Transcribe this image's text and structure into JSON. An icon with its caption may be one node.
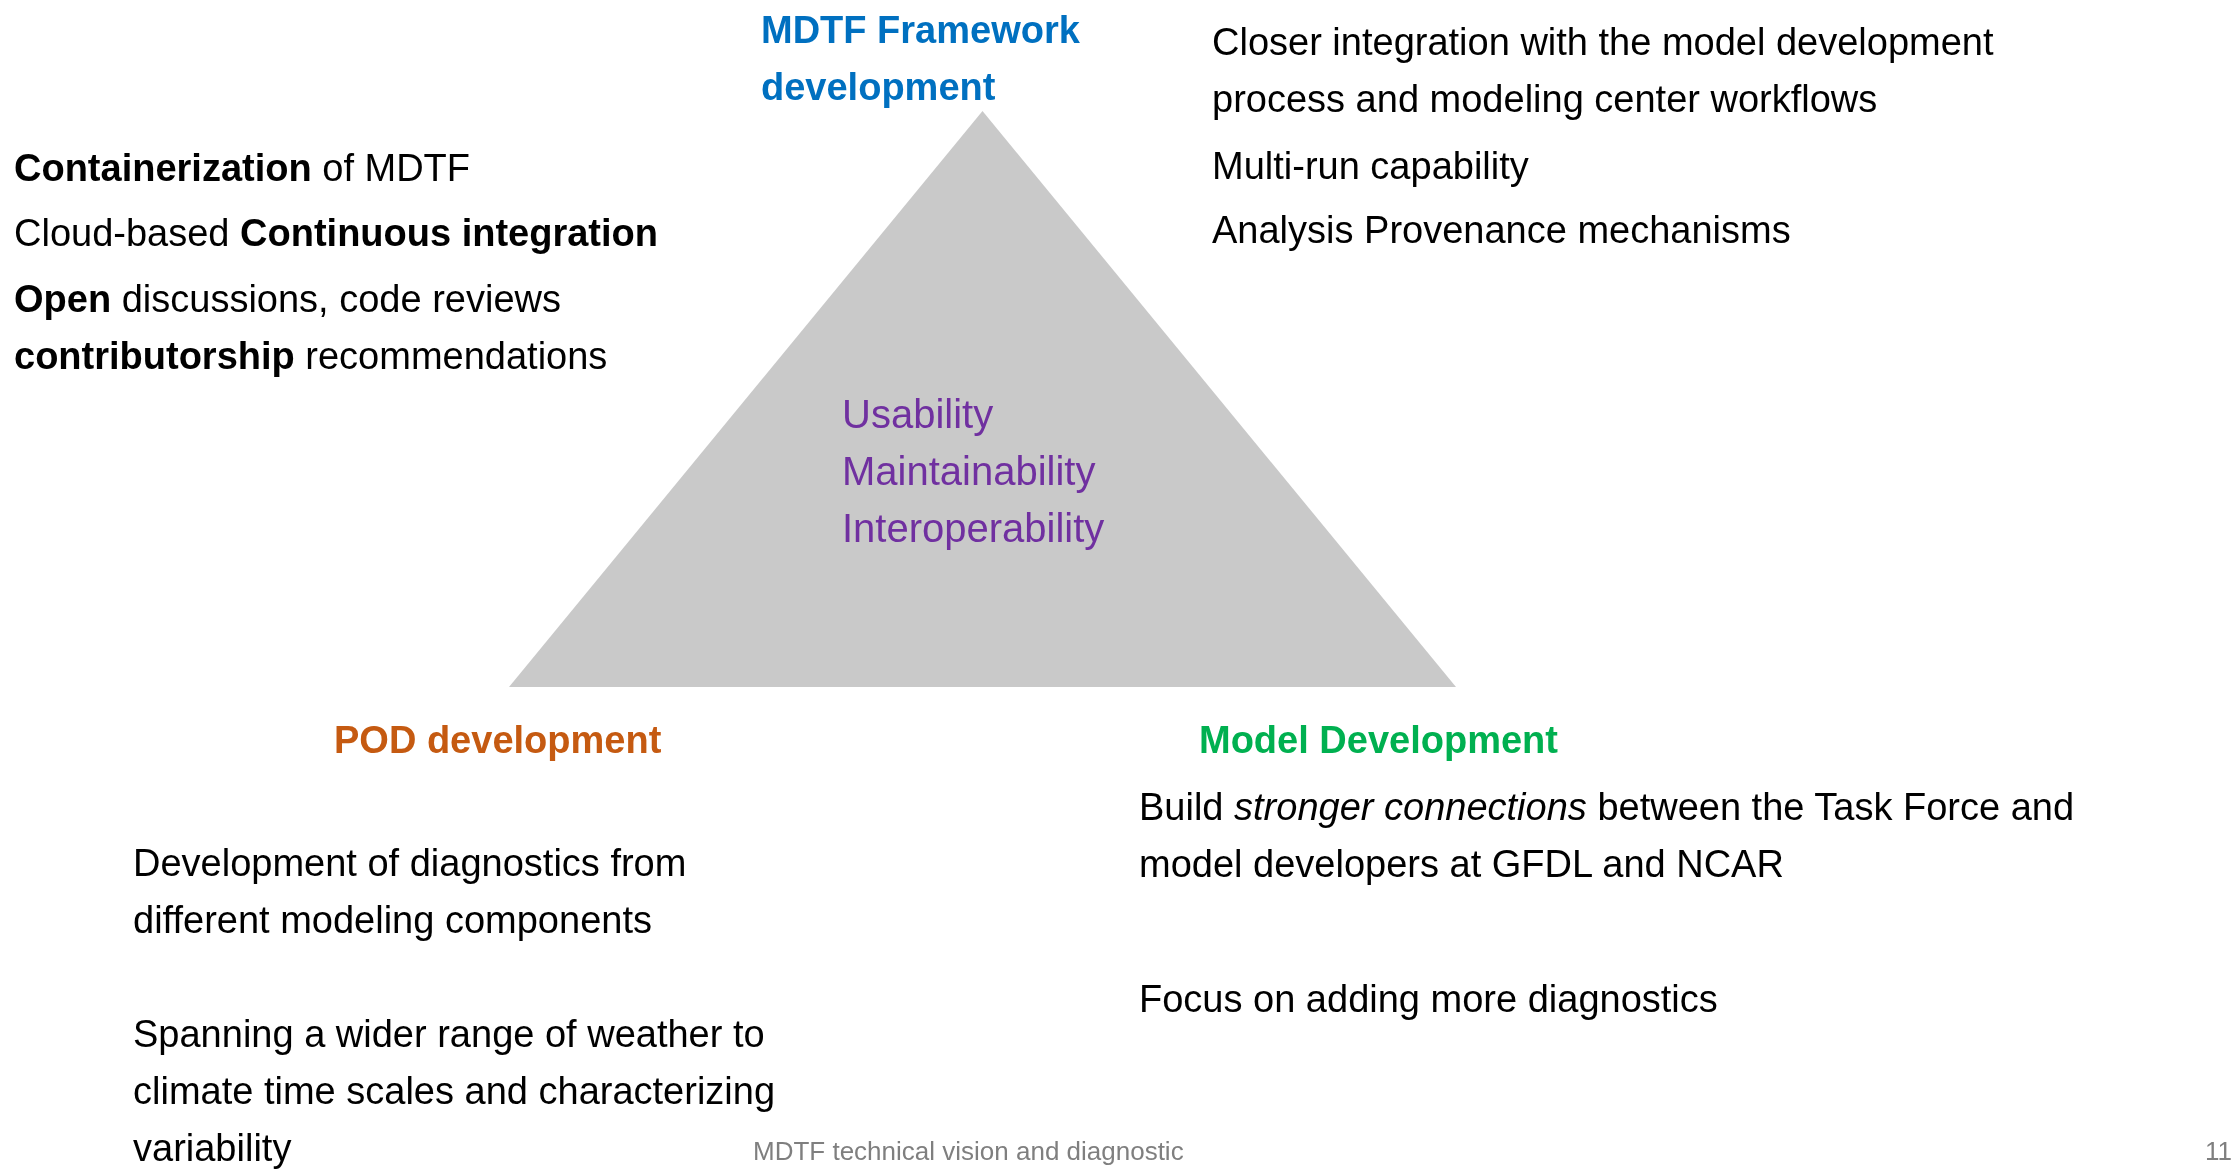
{
  "diagram": {
    "nodes": [
      {
        "text": [
          "Usability",
          "Maintainability",
          "Interoperability"
        ]
      }
    ],
    "edges": [],
    "labels": [
      "MDTF Framework development",
      "Closer integration with the model development process and modeling center workflows",
      "Multi-run capability",
      "Analysis Provenance mechanisms",
      "**Containerization** of MDTF",
      "Cloud-based **Continuous integration**",
      "**Open** discussions, code reviews",
      "**contributorship** recommendations",
      "POD development",
      "Model Development",
      "Build *stronger connections* between the Task Force and model developers  at GFDL and NCAR",
      "Development of diagnostics from different modeling components",
      "Focus on adding more diagnostics",
      "Spanning a wider range of weather to climate time scales and characterizing variability",
      "MDTF technical vision and diagnostic",
      "11"
    ]
  }
}
